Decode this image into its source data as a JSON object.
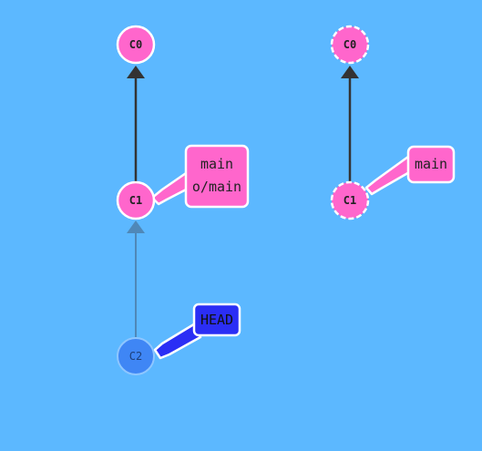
{
  "colors": {
    "background": "#5cb8ff",
    "commit_fill": "#ff66cc",
    "commit_stroke": "#ffffff",
    "detached_commit_fill": "#3f86f5",
    "detached_commit_stroke": "#8ec6ff",
    "edge": "#333333",
    "faded_edge": "#4f88b8",
    "branch_fill": "#ff66cc",
    "head_fill": "#2b2ef5"
  },
  "local_repo": {
    "commits": [
      {
        "id": "C0",
        "label": "C0"
      },
      {
        "id": "C1",
        "label": "C1"
      },
      {
        "id": "C2",
        "label": "C2"
      }
    ],
    "branch_tag": {
      "lines": [
        "main",
        "o/main"
      ]
    },
    "head_tag": {
      "label": "HEAD"
    }
  },
  "remote_repo": {
    "commits": [
      {
        "id": "C0",
        "label": "C0"
      },
      {
        "id": "C1",
        "label": "C1"
      }
    ],
    "branch_tag": {
      "label": "main"
    }
  }
}
